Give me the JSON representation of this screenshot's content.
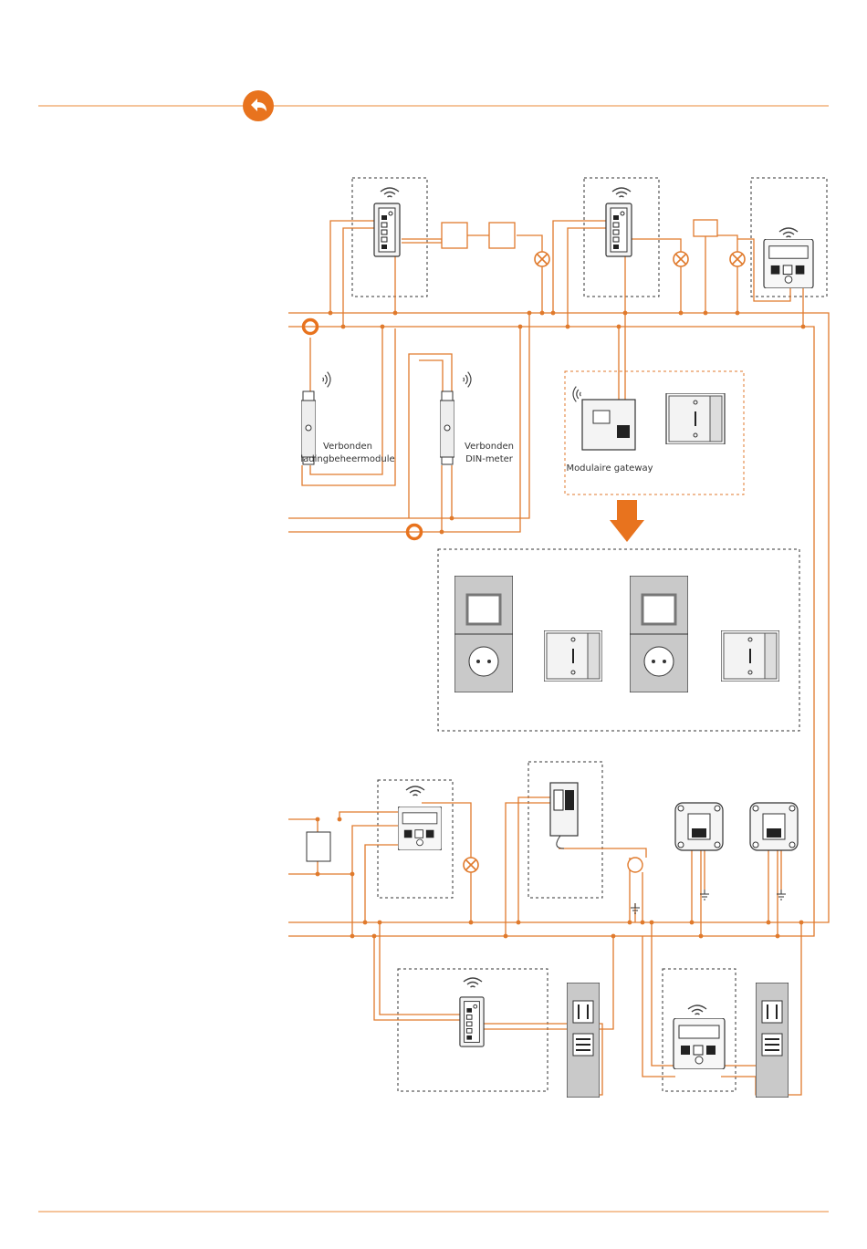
{
  "colors": {
    "accent": "#e8731e",
    "wire": "#e07a2c",
    "rule": "#f2b07a",
    "device": "#555555"
  },
  "header": {
    "back_icon": "back-arrow-icon"
  },
  "labels": {
    "charge_module_line1": "Verbonden",
    "charge_module_line2": "ladingbeheermodule",
    "din_meter_line1": "Verbonden",
    "din_meter_line2": "DIN-meter",
    "gateway": "Modulaire gateway"
  }
}
